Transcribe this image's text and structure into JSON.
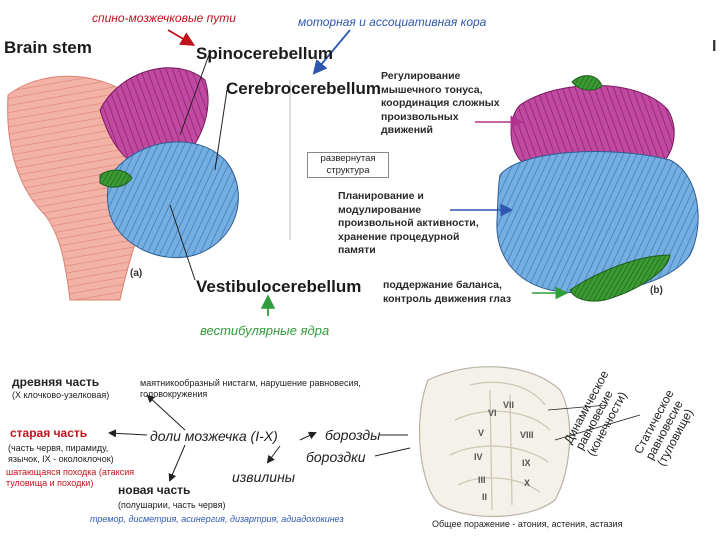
{
  "top_labels": {
    "spinal_paths": "спино-мозжечковые пути",
    "motor_cortex": "моторная и ассоциативная кора"
  },
  "anatomy": {
    "brain_stem": "Brain stem",
    "spinocerebellum": "Spinocerebellum",
    "cerebrocerebellum": "Cerebrocerebellum",
    "vestibulocerebellum": "Vestibulocerebellum",
    "fig_a": "(a)",
    "fig_b": "(b)",
    "edge_char": "I"
  },
  "functions": {
    "regulation": [
      "Регулирование",
      "мышечного тонуса,",
      "координация сложных",
      "произвольных",
      "движений"
    ],
    "unfolded": [
      "развернутая",
      "структура"
    ],
    "planning": [
      "Планирование и",
      "модулирование",
      "произвольной активности,",
      "хранение процедурной",
      "памяти"
    ],
    "balance": [
      "поддержание баланса,",
      "контроль движения глаз"
    ]
  },
  "vestibular_nuclei": "вестибулярные ядра",
  "parts": {
    "ancient": "древняя часть",
    "ancient_sub": "(Х клочково-узелковая)",
    "ancient_symptoms": [
      "маятникообразный нистагм, нарушение равновесия,",
      "головокружения"
    ],
    "old": "старая часть",
    "old_sub": [
      "(часть червя, пирамиду,",
      "язычок, IX - околоклочок)"
    ],
    "old_symptoms": [
      "шатающаяся походка (атаксия",
      "туловища и походки)"
    ],
    "lobes": "доли мозжечка (I-X)",
    "fissures": "борозды",
    "sulci": "бороздки",
    "gyri": "извилины",
    "new": "новая часть",
    "new_sub": "(полушарии, часть червя)",
    "new_symptoms": "тремор, дисметрия, асинергия, дизартрия, адиадохокинез",
    "general": "Общее поражение - атония, астения, астазия"
  },
  "rotated": {
    "dynamic": [
      "Динамическое",
      "равновесие",
      "(конечности)"
    ],
    "static": [
      "Статическое",
      "равновесие",
      "(туловище)"
    ]
  },
  "lobule_numbers": [
    "VI",
    "VII",
    "VIII",
    "IX",
    "X",
    "V",
    "IV",
    "III",
    "II"
  ],
  "colors": {
    "spino": "#b2328f",
    "cerebro": "#6fa6d8",
    "vestibulo": "#2f8a2a",
    "stem": "#f0a89a",
    "red_text": "#c0121b",
    "arrow_red": "#c0121b",
    "arrow_blue": "#2f56b0",
    "arrow_green": "#2e9e3a"
  }
}
